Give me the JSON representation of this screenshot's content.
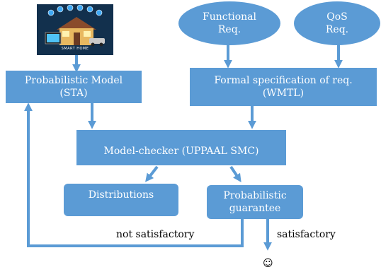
{
  "colors": {
    "box_fill": "#5b9bd5",
    "arrow": "#5b9bd5",
    "text_on_box": "#ffffff",
    "text_plain": "#000000"
  },
  "image": {
    "caption": "SMART HOME"
  },
  "nodes": {
    "functional_req": [
      "Functional",
      "Req."
    ],
    "qos_req": [
      "QoS",
      "Req."
    ],
    "probabilistic_model": [
      "Probabilistic Model",
      "(STA)"
    ],
    "formal_spec": [
      "Formal specification of req.",
      "(WMTL)"
    ],
    "model_checker": [
      "Model-checker (UPPAAL SMC)"
    ],
    "distributions": [
      "Distributions"
    ],
    "probabilistic_guarantee": [
      "Probabilistic",
      "guarantee"
    ]
  },
  "edge_labels": {
    "not_satisfactory": "not satisfactory",
    "satisfactory": "satisfactory"
  },
  "outcome_symbol": "☺"
}
